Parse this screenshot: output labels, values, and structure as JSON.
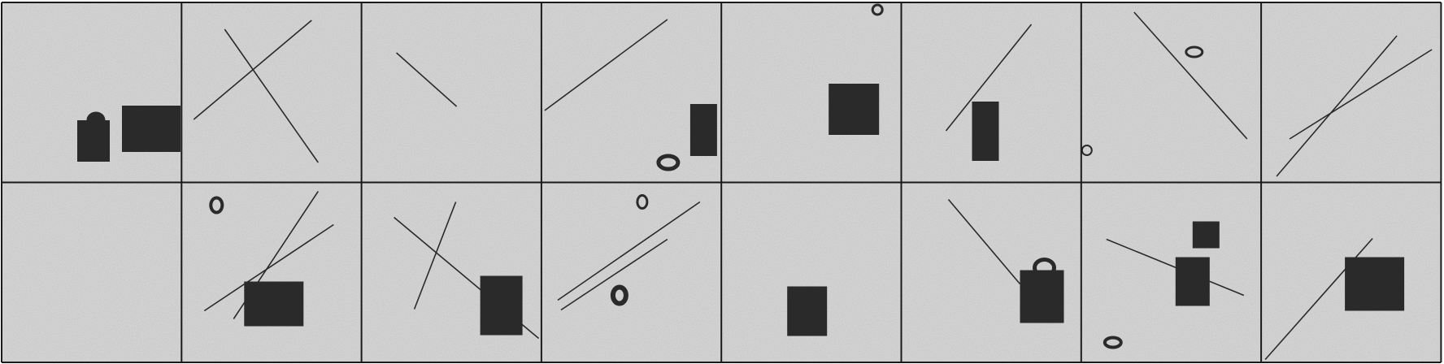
{
  "grid": {
    "rows": 2,
    "cols": 8
  },
  "colors": {
    "background": "#dcdcdc",
    "shape": "#2a2a2a",
    "border": "#1a1a1a",
    "page": "#ffffff"
  },
  "panels": [
    {
      "row": 1,
      "col": 1,
      "shapes": [
        "rectangle",
        "rectangle",
        "ellipse"
      ]
    },
    {
      "row": 1,
      "col": 2,
      "shapes": [
        "line",
        "line"
      ]
    },
    {
      "row": 1,
      "col": 3,
      "shapes": [
        "line"
      ]
    },
    {
      "row": 1,
      "col": 4,
      "shapes": [
        "line",
        "rectangle",
        "ellipse"
      ]
    },
    {
      "row": 1,
      "col": 5,
      "shapes": [
        "rectangle",
        "ellipse"
      ]
    },
    {
      "row": 1,
      "col": 6,
      "shapes": [
        "line",
        "rectangle"
      ]
    },
    {
      "row": 1,
      "col": 7,
      "shapes": [
        "line",
        "ellipse",
        "ellipse"
      ]
    },
    {
      "row": 1,
      "col": 8,
      "shapes": [
        "line",
        "line"
      ]
    },
    {
      "row": 2,
      "col": 1,
      "shapes": []
    },
    {
      "row": 2,
      "col": 2,
      "shapes": [
        "ellipse",
        "line",
        "line",
        "rectangle"
      ]
    },
    {
      "row": 2,
      "col": 3,
      "shapes": [
        "line",
        "line",
        "rectangle"
      ]
    },
    {
      "row": 2,
      "col": 4,
      "shapes": [
        "ellipse",
        "line",
        "line",
        "ellipse"
      ]
    },
    {
      "row": 2,
      "col": 5,
      "shapes": [
        "rectangle"
      ]
    },
    {
      "row": 2,
      "col": 6,
      "shapes": [
        "line",
        "rectangle",
        "ellipse"
      ]
    },
    {
      "row": 2,
      "col": 7,
      "shapes": [
        "rectangle",
        "rectangle",
        "line",
        "ellipse"
      ]
    },
    {
      "row": 2,
      "col": 8,
      "shapes": [
        "line",
        "rectangle"
      ]
    }
  ]
}
